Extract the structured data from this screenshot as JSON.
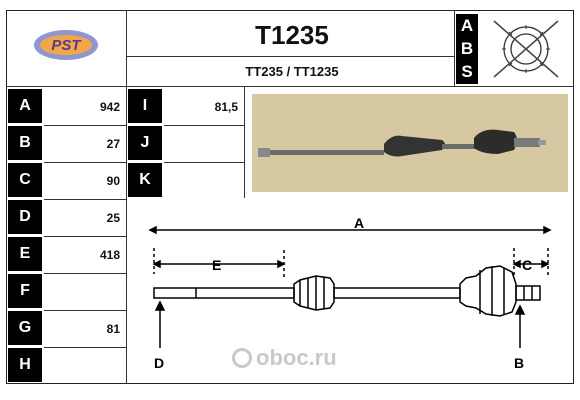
{
  "header": {
    "part_number": "T1235",
    "cross_reference": "TT235 / TT1235",
    "logo_text": "PST",
    "abs_letters": [
      "A",
      "B",
      "S"
    ],
    "abs_icon": "abs-ring-crossed-icon"
  },
  "specs_left": [
    {
      "label": "A",
      "value": "942"
    },
    {
      "label": "B",
      "value": "27"
    },
    {
      "label": "C",
      "value": "90"
    },
    {
      "label": "D",
      "value": "25"
    },
    {
      "label": "E",
      "value": "418"
    },
    {
      "label": "F",
      "value": ""
    },
    {
      "label": "G",
      "value": "81"
    },
    {
      "label": "H",
      "value": ""
    }
  ],
  "specs_right": [
    {
      "label": "I",
      "value": "81,5"
    },
    {
      "label": "J",
      "value": ""
    },
    {
      "label": "K",
      "value": ""
    }
  ],
  "diagram": {
    "labels": {
      "A": "A",
      "E": "E",
      "C": "C",
      "D": "D",
      "B": "B"
    }
  },
  "watermark": {
    "text": "oboc.ru"
  },
  "colors": {
    "label_bg": "#000000",
    "photo_bg": "#d4c59c",
    "line": "#333333"
  }
}
